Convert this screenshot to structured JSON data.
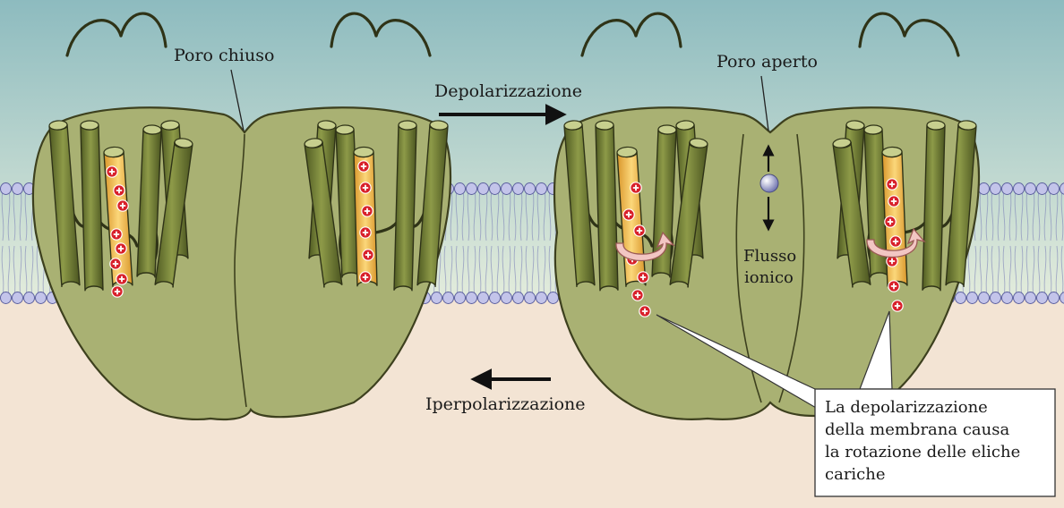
{
  "labels": {
    "closed_pore": "Poro chiuso",
    "open_pore": "Poro aperto",
    "depolarization": "Depolarizzazione",
    "hyperpolarization": "Iperpolarizzazione",
    "ion_flow_line1": "Flusso",
    "ion_flow_line2": "ionico",
    "callout_lines": [
      "La depolarizzazione",
      "della membrana causa",
      "la rotazione delle eliche",
      "cariche"
    ]
  },
  "colors": {
    "sky_top": "#8fbcc0",
    "sky_bottom": "#dfe9d9",
    "cytoplasm": "#f3e4d4",
    "membrane_head": "#bdbee6",
    "membrane_outline": "#5f63a6",
    "protein_fill": "#a9b173",
    "protein_outline": "#3d401e",
    "helix": "#6e7a33",
    "charged_helix": "#f2bb4a",
    "charge": "#d8202a",
    "ion": "#8f93c9"
  }
}
